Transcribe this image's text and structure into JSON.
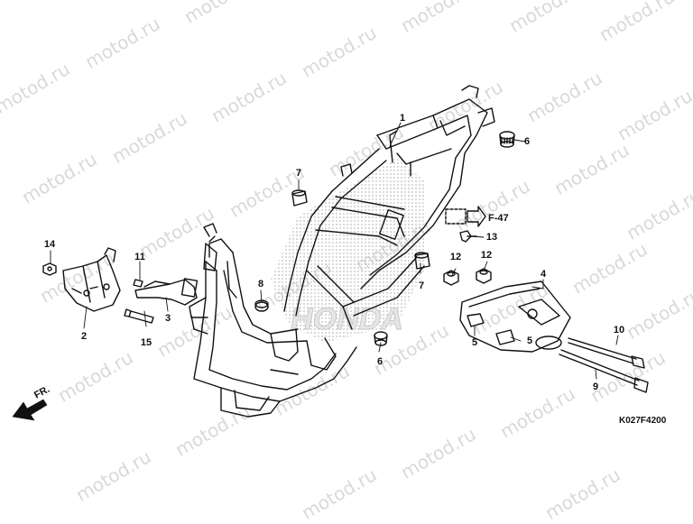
{
  "watermark": {
    "text": "motod.ru"
  },
  "diagram_code": "K027F4200",
  "front_marker": "FR.",
  "reference": {
    "label": "F-47"
  },
  "background_text": "HONDA",
  "callouts": [
    {
      "id": "c1",
      "number": "1"
    },
    {
      "id": "c2",
      "number": "2"
    },
    {
      "id": "c3",
      "number": "3"
    },
    {
      "id": "c4",
      "number": "4"
    },
    {
      "id": "c5a",
      "number": "5"
    },
    {
      "id": "c5b",
      "number": "5"
    },
    {
      "id": "c6a",
      "number": "6"
    },
    {
      "id": "c6b",
      "number": "6"
    },
    {
      "id": "c7a",
      "number": "7"
    },
    {
      "id": "c7b",
      "number": "7"
    },
    {
      "id": "c8",
      "number": "8"
    },
    {
      "id": "c9",
      "number": "9"
    },
    {
      "id": "c10",
      "number": "10"
    },
    {
      "id": "c11",
      "number": "11"
    },
    {
      "id": "c12a",
      "number": "12"
    },
    {
      "id": "c12b",
      "number": "12"
    },
    {
      "id": "c13",
      "number": "13"
    },
    {
      "id": "c14",
      "number": "14"
    },
    {
      "id": "c15",
      "number": "15"
    }
  ],
  "colors": {
    "line": "#111111",
    "watermark": "#d9d9d9",
    "stipple": "#cfcfcf",
    "background": "#ffffff"
  }
}
